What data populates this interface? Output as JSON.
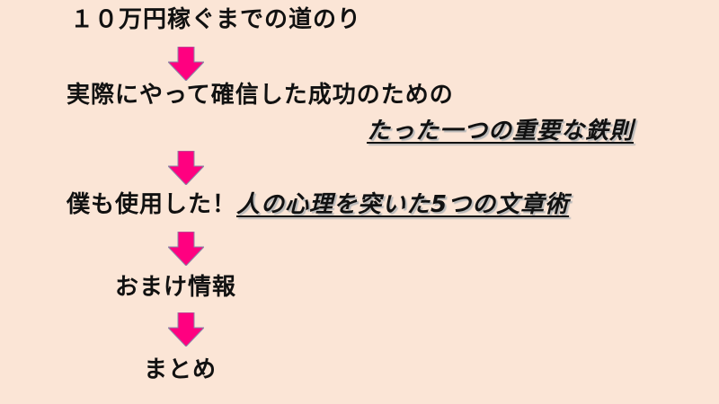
{
  "flow": {
    "step1": "１０万円稼ぐまでの道のり",
    "step2_line1": "実際にやって確信した成功のための",
    "step2_line2": "たった一つの重要な鉄則",
    "step3_prefix": "僕も使用した！",
    "step3_emphasis": "人の心理を突いた5つの文章術",
    "step4": "おまけ情報",
    "step5": "まとめ"
  },
  "colors": {
    "background": "#fbe5d6",
    "arrow": "#ff0080",
    "text": "#111111"
  },
  "icons": [
    "down-arrow-icon",
    "down-arrow-icon",
    "down-arrow-icon",
    "down-arrow-icon"
  ]
}
